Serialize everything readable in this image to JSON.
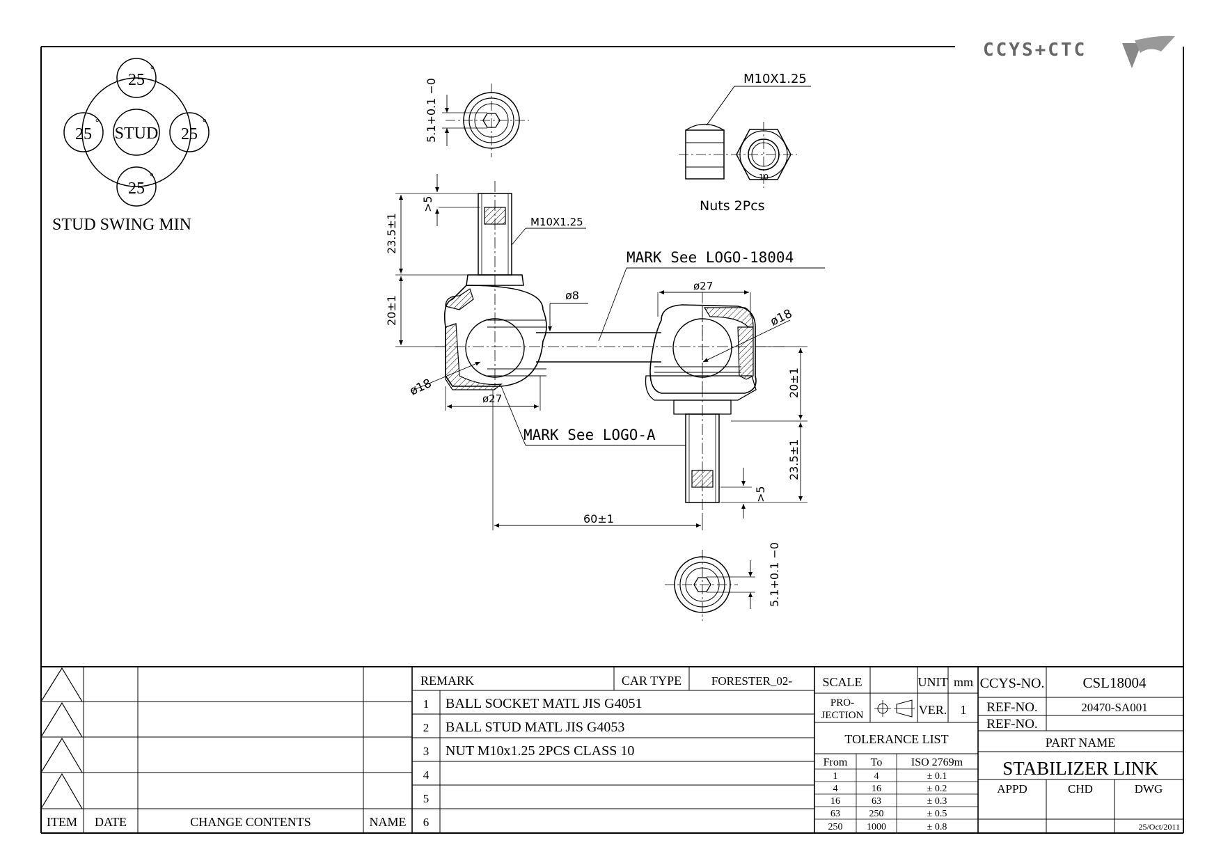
{
  "logo": {
    "text": "CCYS+CTC"
  },
  "swing": {
    "stud": "STUD",
    "angle": "25",
    "degree": "°",
    "caption": "STUD SWING MIN"
  },
  "dims": {
    "thread_top": "M10X1.25",
    "thread_side": "M10X1.25",
    "hex_depth": "5.1+0.1 −0",
    "min5": ">5",
    "stud_len": "23.5±1",
    "height": "20±1",
    "dia8": "ø8",
    "dia27": "ø27",
    "dia18": "ø18",
    "length": "60±1",
    "nut_mark": "10"
  },
  "notes": {
    "mark_logo": "MARK See LOGO-18004",
    "mark_logo_a": "MARK See LOGO-A",
    "nuts": "Nuts 2Pcs"
  },
  "revision": {
    "headers": [
      "ITEM",
      "DATE",
      "CHANGE CONTENTS",
      "NAME"
    ]
  },
  "remarks": {
    "label": "REMARK",
    "car_type_label": "CAR TYPE",
    "car_type": "FORESTER_02-",
    "items": [
      {
        "no": "1",
        "text": "BALL SOCKET MATL JIS G4051"
      },
      {
        "no": "2",
        "text": "BALL STUD MATL JIS G4053"
      },
      {
        "no": "3",
        "text": "NUT M10x1.25 2PCS CLASS 10"
      },
      {
        "no": "4",
        "text": ""
      },
      {
        "no": "5",
        "text": ""
      },
      {
        "no": "6",
        "text": ""
      }
    ]
  },
  "title_block": {
    "scale_label": "SCALE",
    "scale": "",
    "unit_label": "UNIT",
    "unit": "mm",
    "projection_label_1": "PRO-",
    "projection_label_2": "JECTION",
    "ver_label": "VER.",
    "ver": "1",
    "tolerance_title": "TOLERANCE LIST",
    "tol_headers": [
      "From",
      "To",
      "ISO 2769m"
    ],
    "tolerances": [
      {
        "from": "1",
        "to": "4",
        "tol": "± 0.1"
      },
      {
        "from": "4",
        "to": "16",
        "tol": "± 0.2"
      },
      {
        "from": "16",
        "to": "63",
        "tol": "± 0.3"
      },
      {
        "from": "63",
        "to": "250",
        "tol": "± 0.5"
      },
      {
        "from": "250",
        "to": "1000",
        "tol": "± 0.8"
      }
    ],
    "ccys_no_label": "CCYS-NO.",
    "ccys_no": "CSL18004",
    "ref1_label": "REF-NO.",
    "ref1": "20470-SA001",
    "ref2_label": "REF-NO.",
    "ref2": "",
    "part_name_label": "PART NAME",
    "part_name": "STABILIZER LINK",
    "appd": "APPD",
    "chd": "CHD",
    "dwg": "DWG",
    "date": "25/Oct/2011"
  }
}
